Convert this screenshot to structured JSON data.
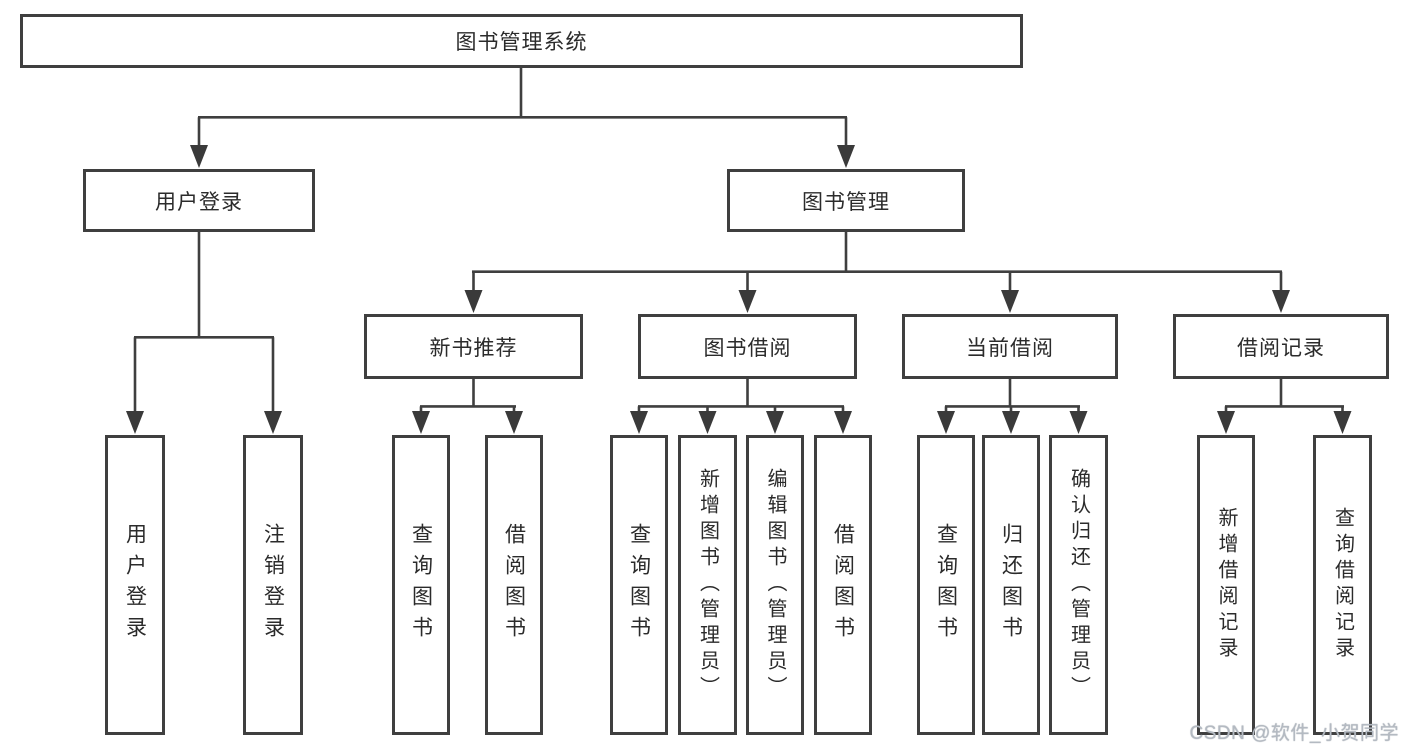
{
  "diagram": {
    "root": {
      "label": "图书管理系统"
    },
    "branches": [
      {
        "label": "用户登录",
        "children": [
          {
            "label": "用户登录"
          },
          {
            "label": "注销登录"
          }
        ]
      },
      {
        "label": "图书管理",
        "children": [
          {
            "label": "新书推荐",
            "children": [
              {
                "label": "查询图书"
              },
              {
                "label": "借阅图书"
              }
            ]
          },
          {
            "label": "图书借阅",
            "children": [
              {
                "label": "查询图书"
              },
              {
                "label": "新增图书（管理员）"
              },
              {
                "label": "编辑图书（管理员）"
              },
              {
                "label": "借阅图书"
              }
            ]
          },
          {
            "label": "当前借阅",
            "children": [
              {
                "label": "查询图书"
              },
              {
                "label": "归还图书"
              },
              {
                "label": "确认归还（管理员）"
              }
            ]
          },
          {
            "label": "借阅记录",
            "children": [
              {
                "label": "新增借阅记录"
              },
              {
                "label": "查询借阅记录"
              }
            ]
          }
        ]
      }
    ]
  },
  "watermark": "CSDN @软件_小贺同学",
  "colors": {
    "line": "#3f3f3f",
    "box_border": "#3f3f3f",
    "text": "#2b2b2b",
    "background": "#ffffff",
    "watermark": "#b4bac2"
  }
}
